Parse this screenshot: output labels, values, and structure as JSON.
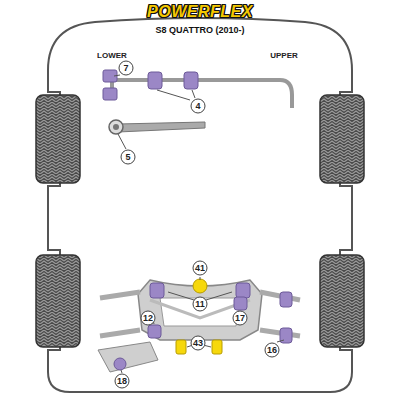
{
  "diagram": {
    "title": "S8 QUATTRO (2010-)",
    "labels": [
      "POWERFLEX",
      "LOWER",
      "UPPER",
      "7",
      "4",
      "5",
      "41",
      "11",
      "12",
      "17",
      "43",
      "16",
      "18"
    ]
  }
}
